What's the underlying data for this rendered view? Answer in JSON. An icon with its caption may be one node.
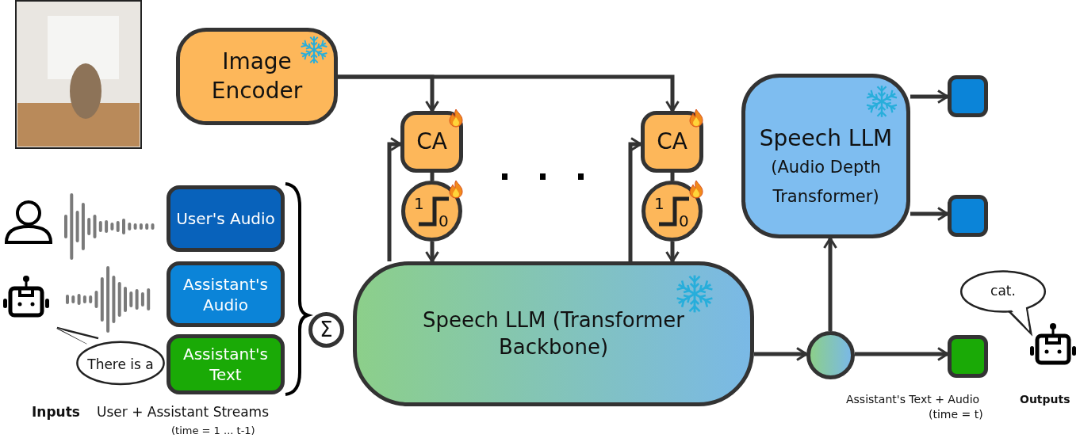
{
  "diagram": {
    "nodes": [
      {
        "text": [
          "Image Encoder"
        ]
      },
      {
        "text": [
          "CA"
        ]
      },
      {
        "text": [
          "1",
          "0"
        ]
      },
      {
        "text": [
          "CA"
        ]
      },
      {
        "text": [
          "1",
          "0"
        ]
      },
      {
        "text": [
          "Speech LLM (Transformer Backbone)"
        ]
      },
      {
        "text": [
          "Speech LLM",
          "(Audio Depth Transformer)"
        ]
      },
      {
        "text": [],
        "shape": "box"
      },
      {
        "text": [],
        "shape": "box"
      },
      {
        "text": [],
        "shape": "circle"
      },
      {
        "text": [],
        "shape": "box"
      },
      {
        "text": [
          "User's Audio"
        ]
      },
      {
        "text": [
          "Assistant's Audio"
        ]
      },
      {
        "text": [
          "Assistant's Text"
        ]
      },
      {
        "text": [
          "Σ"
        ]
      },
      {
        "text": [
          "There is a"
        ]
      },
      {
        "text": [
          "cat."
        ]
      }
    ],
    "edges": [
      {
        "from": 0,
        "to": 1,
        "arrow": "to"
      },
      {
        "from": 0,
        "to": 3,
        "arrow": "to"
      },
      {
        "from": 1,
        "to": 2,
        "arrow": "none"
      },
      {
        "from": 2,
        "to": 5,
        "arrow": "to"
      },
      {
        "from": 5,
        "to": 1,
        "arrow": "to"
      },
      {
        "from": 3,
        "to": 4,
        "arrow": "none"
      },
      {
        "from": 4,
        "to": 5,
        "arrow": "to"
      },
      {
        "from": 5,
        "to": 3,
        "arrow": "to"
      },
      {
        "from": 5,
        "to": 9,
        "arrow": "to"
      },
      {
        "from": 9,
        "to": 6,
        "arrow": "to"
      },
      {
        "from": 9,
        "to": 10,
        "arrow": "to"
      },
      {
        "from": 6,
        "to": 7,
        "arrow": "to"
      },
      {
        "from": 6,
        "to": 8,
        "arrow": "to"
      }
    ],
    "labels": [
      "Inputs",
      "User + Assistant Streams",
      "(time = 1 ... t-1)",
      "Assistant's Text + Audio",
      "(time = t)",
      "Outputs"
    ]
  }
}
